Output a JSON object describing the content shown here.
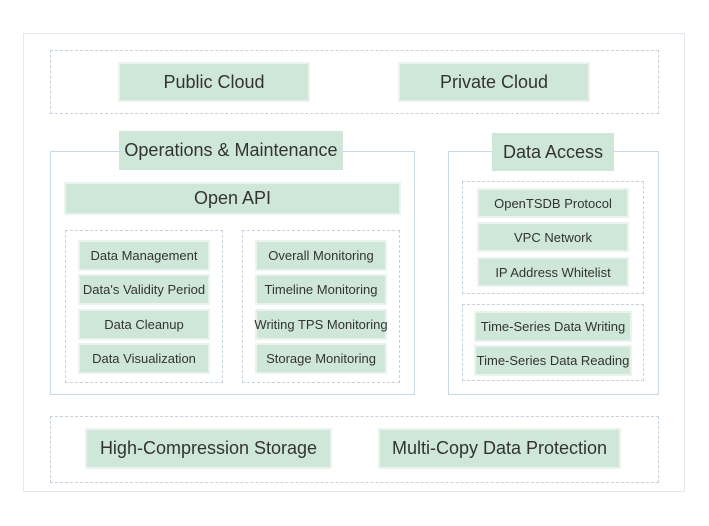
{
  "colors": {
    "box_fill": "#cfe7d8",
    "dashed_border": "#c6d2de",
    "group_border": "#c9d7e6",
    "text": "#333333"
  },
  "cloud": {
    "public": "Public Cloud",
    "private": "Private Cloud"
  },
  "ops": {
    "title": "Operations & Maintenance",
    "open_api": "Open API",
    "management": [
      "Data Management",
      "Data's Validity Period",
      "Data Cleanup",
      "Data Visualization"
    ],
    "monitoring": [
      "Overall Monitoring",
      "Timeline Monitoring",
      "Writing TPS Monitoring",
      "Storage Monitoring"
    ]
  },
  "access": {
    "title": "Data Access",
    "network": [
      "OpenTSDB Protocol",
      "VPC Network",
      "IP Address Whitelist"
    ],
    "io": [
      "Time-Series Data Writing",
      "Time-Series Data Reading"
    ]
  },
  "storage": {
    "compression": "High-Compression Storage",
    "protection": "Multi-Copy Data Protection"
  }
}
